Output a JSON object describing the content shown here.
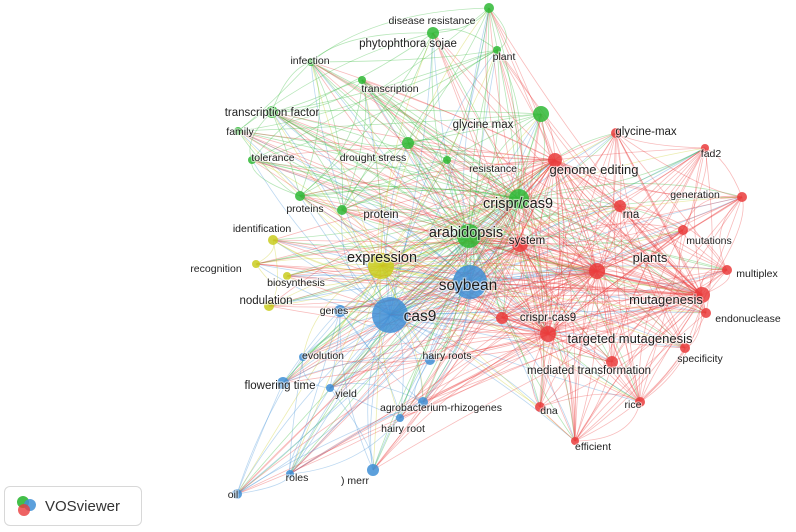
{
  "colors": {
    "red": "#ea3c3c",
    "green": "#2fb835",
    "blue": "#3f8fd6",
    "yellow": "#c9cc1f"
  },
  "logo": {
    "text": "VOSviewer"
  },
  "nodes": [
    {
      "id": "disease-resistance",
      "label": "disease resistance",
      "cluster": "green",
      "weight": 1
    },
    {
      "id": "phytophthora-sojae",
      "label": "phytophthora sojae",
      "cluster": "green",
      "weight": 2
    },
    {
      "id": "infection",
      "label": "infection",
      "cluster": "green",
      "weight": 1
    },
    {
      "id": "plant",
      "label": "plant",
      "cluster": "green",
      "weight": 1
    },
    {
      "id": "transcription",
      "label": "transcription",
      "cluster": "green",
      "weight": 1
    },
    {
      "id": "transcription-factor",
      "label": "transcription factor",
      "cluster": "green",
      "weight": 2
    },
    {
      "id": "family",
      "label": "family",
      "cluster": "green",
      "weight": 1
    },
    {
      "id": "glycine-max",
      "label": "glycine max",
      "cluster": "green",
      "weight": 2
    },
    {
      "id": "tolerance",
      "label": "tolerance",
      "cluster": "green",
      "weight": 1
    },
    {
      "id": "drought-stress",
      "label": "drought stress",
      "cluster": "green",
      "weight": 1
    },
    {
      "id": "resistance",
      "label": "resistance",
      "cluster": "green",
      "weight": 1
    },
    {
      "id": "proteins",
      "label": "proteins",
      "cluster": "green",
      "weight": 1
    },
    {
      "id": "protein",
      "label": "protein",
      "cluster": "green",
      "weight": 2
    },
    {
      "id": "crispr-cas9",
      "label": "crispr/cas9",
      "cluster": "green",
      "weight": 4
    },
    {
      "id": "arabidopsis",
      "label": "arabidopsis",
      "cluster": "green",
      "weight": 4
    },
    {
      "id": "glycine-max-2",
      "label": "glycine-max",
      "cluster": "red",
      "weight": 2
    },
    {
      "id": "fad2",
      "label": "fad2",
      "cluster": "red",
      "weight": 1
    },
    {
      "id": "genome-editing",
      "label": "genome editing",
      "cluster": "red",
      "weight": 3
    },
    {
      "id": "generation",
      "label": "generation",
      "cluster": "red",
      "weight": 1
    },
    {
      "id": "rna",
      "label": "rna",
      "cluster": "red",
      "weight": 2
    },
    {
      "id": "mutations",
      "label": "mutations",
      "cluster": "red",
      "weight": 1
    },
    {
      "id": "system",
      "label": "system",
      "cluster": "red",
      "weight": 2
    },
    {
      "id": "plants",
      "label": "plants",
      "cluster": "red",
      "weight": 3
    },
    {
      "id": "multiplex",
      "label": "multiplex",
      "cluster": "red",
      "weight": 1
    },
    {
      "id": "mutagenesis",
      "label": "mutagenesis",
      "cluster": "red",
      "weight": 3
    },
    {
      "id": "endonuclease",
      "label": "endonuclease",
      "cluster": "red",
      "weight": 1
    },
    {
      "id": "crispr-cas9-2",
      "label": "crispr-cas9",
      "cluster": "red",
      "weight": 2
    },
    {
      "id": "targeted-mutagenesis",
      "label": "targeted mutagenesis",
      "cluster": "red",
      "weight": 3
    },
    {
      "id": "specificity",
      "label": "specificity",
      "cluster": "red",
      "weight": 1
    },
    {
      "id": "mediated-transformation",
      "label": "mediated transformation",
      "cluster": "red",
      "weight": 2
    },
    {
      "id": "rice",
      "label": "rice",
      "cluster": "red",
      "weight": 1
    },
    {
      "id": "dna",
      "label": "dna",
      "cluster": "red",
      "weight": 1
    },
    {
      "id": "efficient",
      "label": "efficient",
      "cluster": "red",
      "weight": 1
    },
    {
      "id": "identification",
      "label": "identification",
      "cluster": "yellow",
      "weight": 1
    },
    {
      "id": "expression",
      "label": "expression",
      "cluster": "yellow",
      "weight": 4
    },
    {
      "id": "recognition",
      "label": "recognition",
      "cluster": "yellow",
      "weight": 1
    },
    {
      "id": "biosynthesis",
      "label": "biosynthesis",
      "cluster": "yellow",
      "weight": 1
    },
    {
      "id": "nodulation",
      "label": "nodulation",
      "cluster": "yellow",
      "weight": 2
    },
    {
      "id": "soybean",
      "label": "soybean",
      "cluster": "blue",
      "weight": 5
    },
    {
      "id": "cas9",
      "label": "cas9",
      "cluster": "blue",
      "weight": 5
    },
    {
      "id": "genes",
      "label": "genes",
      "cluster": "blue",
      "weight": 1
    },
    {
      "id": "evolution",
      "label": "evolution",
      "cluster": "blue",
      "weight": 1
    },
    {
      "id": "hairy-roots",
      "label": "hairy roots",
      "cluster": "blue",
      "weight": 1
    },
    {
      "id": "flowering-time",
      "label": "flowering time",
      "cluster": "blue",
      "weight": 2
    },
    {
      "id": "yield",
      "label": "yield",
      "cluster": "blue",
      "weight": 1
    },
    {
      "id": "agrobacterium-rhizogenes",
      "label": "agrobacterium-rhizogenes",
      "cluster": "blue",
      "weight": 1
    },
    {
      "id": "hairy-root",
      "label": "hairy root",
      "cluster": "blue",
      "weight": 1
    },
    {
      "id": "roles",
      "label": "roles",
      "cluster": "blue",
      "weight": 1
    },
    {
      "id": "merr",
      "label": ") merr",
      "cluster": "blue",
      "weight": 1
    },
    {
      "id": "oil",
      "label": "oil",
      "cluster": "blue",
      "weight": 1
    }
  ]
}
